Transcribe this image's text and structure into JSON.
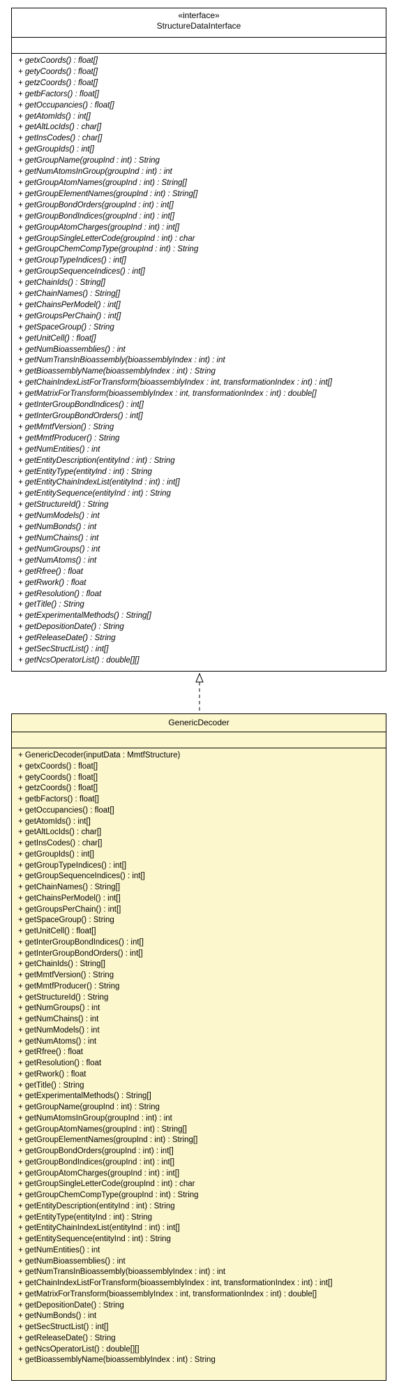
{
  "interface": {
    "stereotype": "«interface»",
    "name": "StructureDataInterface",
    "operations": [
      "+ getxCoords() : float[]",
      "+ getyCoords() : float[]",
      "+ getzCoords() : float[]",
      "+ getbFactors() : float[]",
      "+ getOccupancies() : float[]",
      "+ getAtomIds() : int[]",
      "+ getAltLocIds() : char[]",
      "+ getInsCodes() : char[]",
      "+ getGroupIds() : int[]",
      "+ getGroupName(groupInd : int) : String",
      "+ getNumAtomsInGroup(groupInd : int) : int",
      "+ getGroupAtomNames(groupInd : int) : String[]",
      "+ getGroupElementNames(groupInd : int) : String[]",
      "+ getGroupBondOrders(groupInd : int) : int[]",
      "+ getGroupBondIndices(groupInd : int) : int[]",
      "+ getGroupAtomCharges(groupInd : int) : int[]",
      "+ getGroupSingleLetterCode(groupInd : int) : char",
      "+ getGroupChemCompType(groupInd : int) : String",
      "+ getGroupTypeIndices() : int[]",
      "+ getGroupSequenceIndices() : int[]",
      "+ getChainIds() : String[]",
      "+ getChainNames() : String[]",
      "+ getChainsPerModel() : int[]",
      "+ getGroupsPerChain() : int[]",
      "+ getSpaceGroup() : String",
      "+ getUnitCell() : float[]",
      "+ getNumBioassemblies() : int",
      "+ getNumTransInBioassembly(bioassemblyIndex : int) : int",
      "+ getBioassemblyName(bioassemblyIndex : int) : String",
      "+ getChainIndexListForTransform(bioassemblyIndex : int, transformationIndex : int) : int[]",
      "+ getMatrixForTransform(bioassemblyIndex : int, transformationIndex : int) : double[]",
      "+ getInterGroupBondIndices() : int[]",
      "+ getInterGroupBondOrders() : int[]",
      "+ getMmtfVersion() : String",
      "+ getMmtfProducer() : String",
      "+ getNumEntities() : int",
      "+ getEntityDescription(entityInd : int) : String",
      "+ getEntityType(entityInd : int) : String",
      "+ getEntityChainIndexList(entityInd : int) : int[]",
      "+ getEntitySequence(entityInd : int) : String",
      "+ getStructureId() : String",
      "+ getNumModels() : int",
      "+ getNumBonds() : int",
      "+ getNumChains() : int",
      "+ getNumGroups() : int",
      "+ getNumAtoms() : int",
      "+ getRfree() : float",
      "+ getRwork() : float",
      "+ getResolution() : float",
      "+ getTitle() : String",
      "+ getExperimentalMethods() : String[]",
      "+ getDepositionDate() : String",
      "+ getReleaseDate() : String",
      "+ getSecStructList() : int[]",
      "+ getNcsOperatorList() : double[][]"
    ]
  },
  "class": {
    "name": "GenericDecoder",
    "operations": [
      "+ GenericDecoder(inputData : MmtfStructure)",
      "+ getxCoords() : float[]",
      "+ getyCoords() : float[]",
      "+ getzCoords() : float[]",
      "+ getbFactors() : float[]",
      "+ getOccupancies() : float[]",
      "+ getAtomIds() : int[]",
      "+ getAltLocIds() : char[]",
      "+ getInsCodes() : char[]",
      "+ getGroupIds() : int[]",
      "+ getGroupTypeIndices() : int[]",
      "+ getGroupSequenceIndices() : int[]",
      "+ getChainNames() : String[]",
      "+ getChainsPerModel() : int[]",
      "+ getGroupsPerChain() : int[]",
      "+ getSpaceGroup() : String",
      "+ getUnitCell() : float[]",
      "+ getInterGroupBondIndices() : int[]",
      "+ getInterGroupBondOrders() : int[]",
      "+ getChainIds() : String[]",
      "+ getMmtfVersion() : String",
      "+ getMmtfProducer() : String",
      "+ getStructureId() : String",
      "+ getNumGroups() : int",
      "+ getNumChains() : int",
      "+ getNumModels() : int",
      "+ getNumAtoms() : int",
      "+ getRfree() : float",
      "+ getResolution() : float",
      "+ getRwork() : float",
      "+ getTitle() : String",
      "+ getExperimentalMethods() : String[]",
      "+ getGroupName(groupInd : int) : String",
      "+ getNumAtomsInGroup(groupInd : int) : int",
      "+ getGroupAtomNames(groupInd : int) : String[]",
      "+ getGroupElementNames(groupInd : int) : String[]",
      "+ getGroupBondOrders(groupInd : int) : int[]",
      "+ getGroupBondIndices(groupInd : int) : int[]",
      "+ getGroupAtomCharges(groupInd : int) : int[]",
      "+ getGroupSingleLetterCode(groupInd : int) : char",
      "+ getGroupChemCompType(groupInd : int) : String",
      "+ getEntityDescription(entityInd : int) : String",
      "+ getEntityType(entityInd : int) : String",
      "+ getEntityChainIndexList(entityInd : int) : int[]",
      "+ getEntitySequence(entityInd : int) : String",
      "+ getNumEntities() : int",
      "+ getNumBioassemblies() : int",
      "+ getNumTransInBioassembly(bioassemblyIndex : int) : int",
      "+ getChainIndexListForTransform(bioassemblyIndex : int, transformationIndex : int) : int[]",
      "+ getMatrixForTransform(bioassemblyIndex : int, transformationIndex : int) : double[]",
      "+ getDepositionDate() : String",
      "+ getNumBonds() : int",
      "+ getSecStructList() : int[]",
      "+ getReleaseDate() : String",
      "+ getNcsOperatorList() : double[][]",
      "+ getBioassemblyName(bioassemblyIndex : int) : String"
    ]
  },
  "colors": {
    "interface_fill": "#ffffff",
    "class_fill": "#fdf7ce",
    "line": "#000000"
  }
}
